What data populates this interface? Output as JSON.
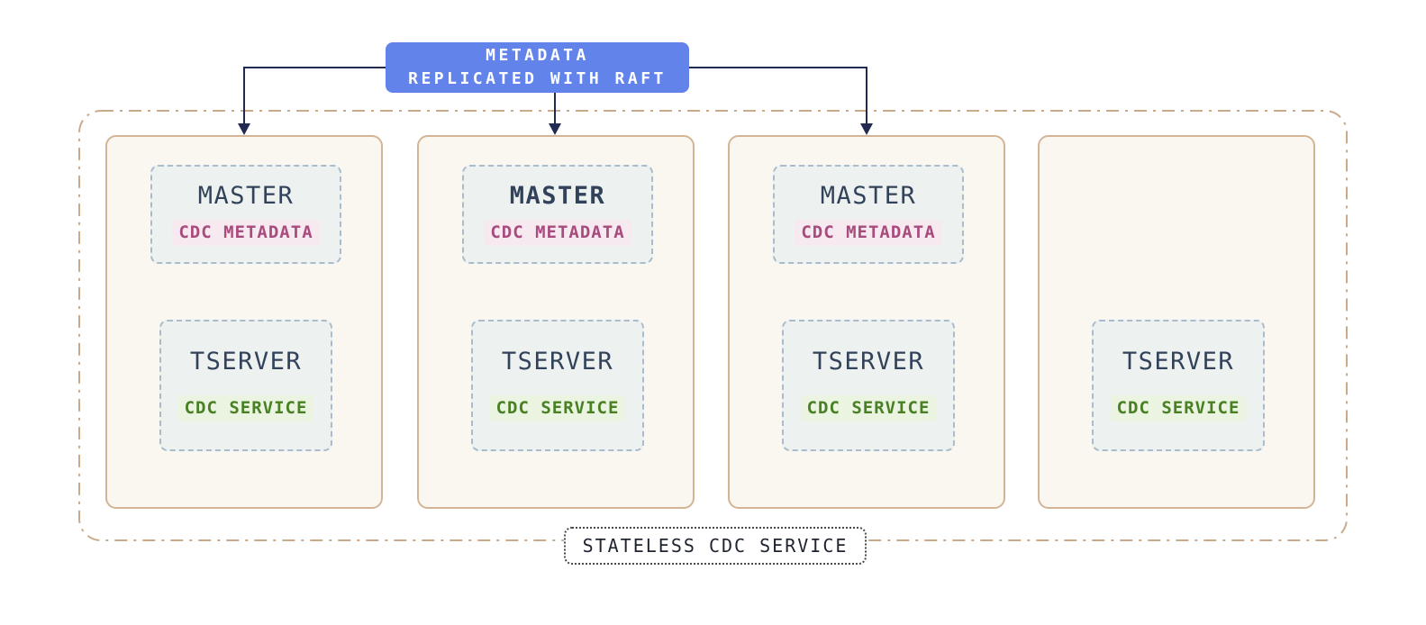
{
  "banner": {
    "line1": "METADATA",
    "line2": "REPLICATED WITH RAFT"
  },
  "cluster_label": "STATELESS CDC SERVICE",
  "nodes": [
    {
      "master": {
        "label": "MASTER",
        "tag": "CDC METADATA",
        "emphasis": false
      },
      "tserver": {
        "label": "TSERVER",
        "tag": "CDC SERVICE"
      }
    },
    {
      "master": {
        "label": "MASTER",
        "tag": "CDC METADATA",
        "emphasis": true
      },
      "tserver": {
        "label": "TSERVER",
        "tag": "CDC SERVICE"
      }
    },
    {
      "master": {
        "label": "MASTER",
        "tag": "CDC METADATA",
        "emphasis": false
      },
      "tserver": {
        "label": "TSERVER",
        "tag": "CDC SERVICE"
      }
    },
    {
      "tserver": {
        "label": "TSERVER",
        "tag": "CDC SERVICE"
      }
    }
  ],
  "colors": {
    "banner-bg": "#6283ea",
    "banner-text": "#ffffff",
    "arrow": "#232a52",
    "outer-border": "#c9ab8c",
    "node-bg": "#faf7f1",
    "node-border": "#d3b596",
    "inner-bg": "#edf1f0",
    "inner-border": "#a9bccb",
    "title-text": "#32425a",
    "metadata-text": "#a84b7d",
    "metadata-bg": "#f6e9f0",
    "service-text": "#498023",
    "service-bg": "#eaf4e1",
    "footer-text": "#1f2430",
    "footer-border": "#4a4a4a"
  }
}
